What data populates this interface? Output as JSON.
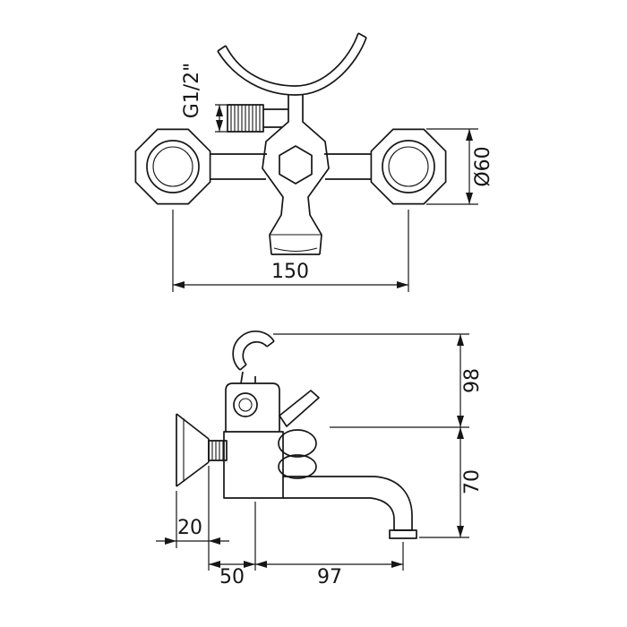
{
  "page": {
    "background_color": "#ffffff",
    "line_color": "#161616"
  },
  "drawing": {
    "front_view": {
      "thread_label": "G1/2\"",
      "handle_diameter_label": "Ø60",
      "handle_spacing_label": "150"
    },
    "side_view": {
      "upper_height_label": "98",
      "lower_height_label": "70",
      "escutcheon_depth_label": "20",
      "wall_to_axis_label": "50",
      "spout_reach_label": "97"
    }
  }
}
